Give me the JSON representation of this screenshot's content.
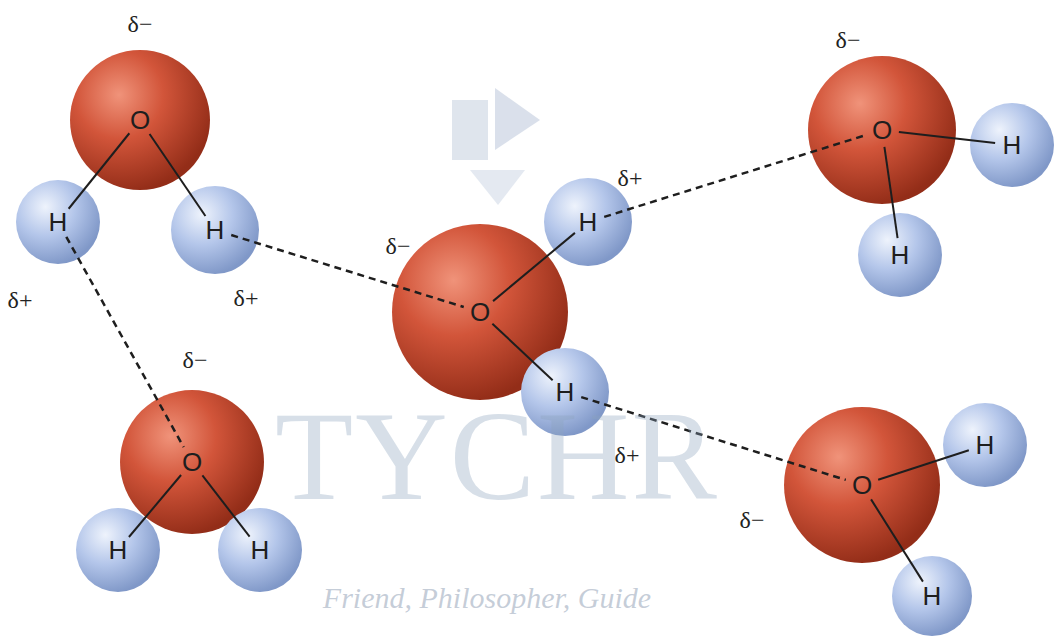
{
  "diagram": {
    "nodes": [
      {
        "text": [
          "O"
        ]
      },
      {
        "text": [
          "H"
        ]
      },
      {
        "text": [
          "H"
        ]
      },
      {
        "text": [
          "O"
        ]
      },
      {
        "text": [
          "H"
        ]
      },
      {
        "text": [
          "H"
        ]
      },
      {
        "text": [
          "O"
        ]
      },
      {
        "text": [
          "H"
        ]
      },
      {
        "text": [
          "H"
        ]
      },
      {
        "text": [
          "O"
        ]
      },
      {
        "text": [
          "H"
        ]
      },
      {
        "text": [
          "H"
        ]
      },
      {
        "text": [
          "O"
        ]
      },
      {
        "text": [
          "H"
        ]
      },
      {
        "text": [
          "H"
        ]
      }
    ],
    "edges": [
      {
        "from": 0,
        "to": 1,
        "arrow": "none"
      },
      {
        "from": 0,
        "to": 2,
        "arrow": "none"
      },
      {
        "from": 3,
        "to": 4,
        "arrow": "none"
      },
      {
        "from": 3,
        "to": 5,
        "arrow": "none"
      },
      {
        "from": 6,
        "to": 7,
        "arrow": "none"
      },
      {
        "from": 6,
        "to": 8,
        "arrow": "none"
      },
      {
        "from": 9,
        "to": 10,
        "arrow": "none"
      },
      {
        "from": 9,
        "to": 11,
        "arrow": "none"
      },
      {
        "from": 12,
        "to": 13,
        "arrow": "none"
      },
      {
        "from": 12,
        "to": 14,
        "arrow": "none"
      },
      {
        "from": 2,
        "to": 3,
        "arrow": "none"
      },
      {
        "from": 1,
        "to": 9,
        "arrow": "none"
      },
      {
        "from": 4,
        "to": 6,
        "arrow": "none"
      },
      {
        "from": 5,
        "to": 12,
        "arrow": "none"
      }
    ],
    "labels": [
      "δ−",
      "δ−",
      "δ+",
      "δ−",
      "δ+",
      "δ+",
      "δ−",
      "δ+",
      "δ−",
      "TYCHR",
      "Friend, Philosopher, Guide"
    ]
  }
}
